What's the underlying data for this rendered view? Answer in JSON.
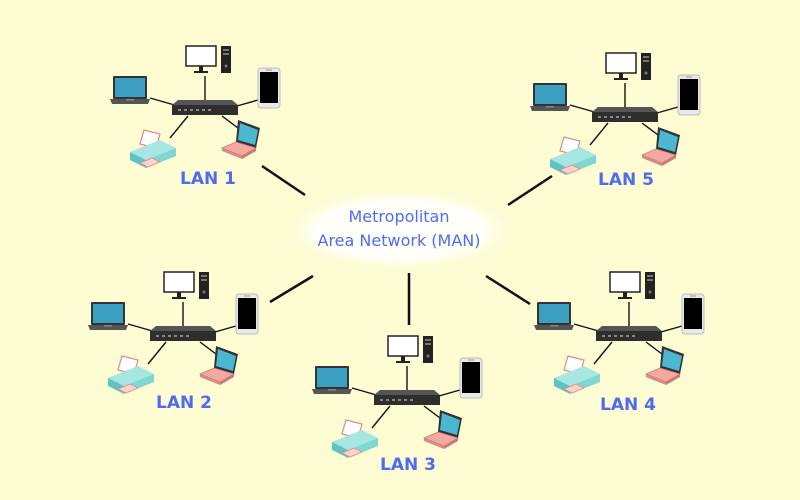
{
  "colors": {
    "background": "#fdfcd3",
    "label": "#4f6cf0",
    "link": "#111111",
    "screen": "#3a9fc0",
    "printer": "#7fd6d3",
    "laptop_pink": "#f3a8a0"
  },
  "man": {
    "line1": "Metropolitan",
    "line2": "Area Network (MAN)"
  },
  "lans": [
    {
      "label": "LAN 1",
      "icons": [
        "laptop-icon",
        "desktop-computer-icon",
        "smartphone-icon",
        "network-switch-icon",
        "printer-icon",
        "laptop-icon"
      ]
    },
    {
      "label": "LAN 2",
      "icons": [
        "laptop-icon",
        "desktop-computer-icon",
        "smartphone-icon",
        "network-switch-icon",
        "printer-icon",
        "laptop-icon"
      ]
    },
    {
      "label": "LAN 3",
      "icons": [
        "laptop-icon",
        "desktop-computer-icon",
        "smartphone-icon",
        "network-switch-icon",
        "printer-icon",
        "laptop-icon"
      ]
    },
    {
      "label": "LAN 4",
      "icons": [
        "laptop-icon",
        "desktop-computer-icon",
        "smartphone-icon",
        "network-switch-icon",
        "printer-icon",
        "laptop-icon"
      ]
    },
    {
      "label": "LAN 5",
      "icons": [
        "laptop-icon",
        "desktop-computer-icon",
        "smartphone-icon",
        "network-switch-icon",
        "printer-icon",
        "laptop-icon"
      ]
    }
  ]
}
